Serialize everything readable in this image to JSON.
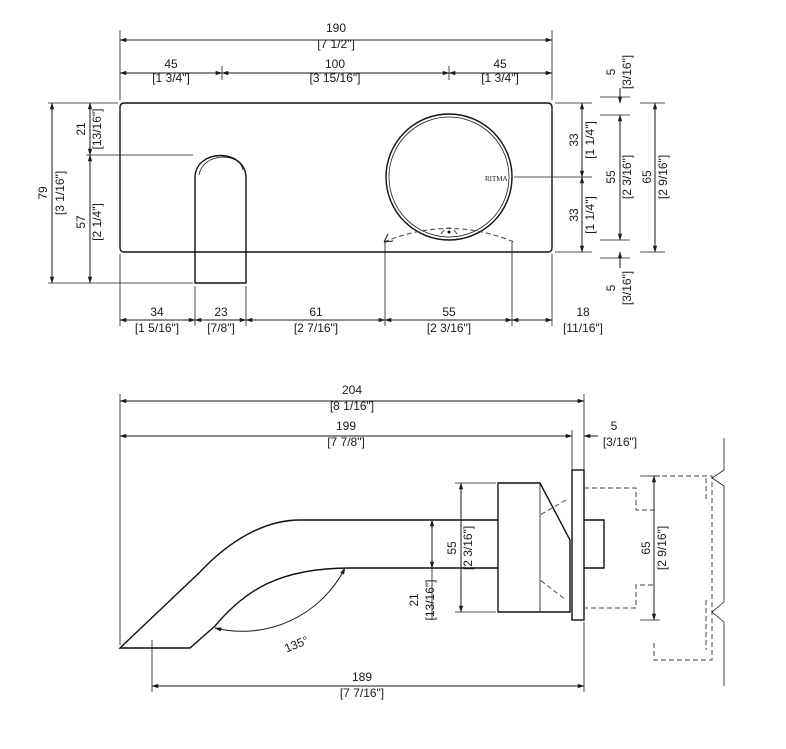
{
  "front_view": {
    "overall_width": {
      "mm": "190",
      "in": "[7 1/2\"]"
    },
    "left_margin": {
      "mm": "45",
      "in": "[1 3/4\"]"
    },
    "center_span": {
      "mm": "100",
      "in": "[3 15/16\"]"
    },
    "right_margin": {
      "mm": "45",
      "in": "[1 3/4\"]"
    },
    "plate_height": {
      "mm": "79",
      "in": "[3 1/16\"]"
    },
    "top_to_spout": {
      "mm": "21",
      "in": "[13/16\"]"
    },
    "spout_to_bottom": {
      "mm": "57",
      "in": "[2 1/4\"]"
    },
    "knob_upper": {
      "mm": "33",
      "in": "[1 1/4\"]"
    },
    "knob_lower": {
      "mm": "33",
      "in": "[1 1/4\"]"
    },
    "knob_diameter": {
      "mm": "55",
      "in": "[2 3/16\"]"
    },
    "body_height": {
      "mm": "65",
      "in": "[2 9/16\"]"
    },
    "top_offset": {
      "mm": "5",
      "in": "[3/16\"]"
    },
    "bottom_offset": {
      "mm": "5",
      "in": "[3/16\"]"
    },
    "bottom_dims": [
      {
        "mm": "34",
        "in": "[1 5/16\"]"
      },
      {
        "mm": "23",
        "in": "[7/8\"]"
      },
      {
        "mm": "61",
        "in": "[2 7/16\"]"
      },
      {
        "mm": "55",
        "in": "[2 3/16\"]"
      },
      {
        "mm": "18",
        "in": "[11/16\"]"
      }
    ],
    "brand_mark": "RITMA"
  },
  "side_view": {
    "total_depth": {
      "mm": "204",
      "in": "[8 1/16\"]"
    },
    "projection": {
      "mm": "199",
      "in": "[7 7/8\"]"
    },
    "plate_thickness": {
      "mm": "5",
      "in": "[3/16\"]"
    },
    "body_height": {
      "mm": "55",
      "in": "[2 3/16\"]"
    },
    "spout_height": {
      "mm": "21",
      "in": "[13/16\"]"
    },
    "box_height": {
      "mm": "65",
      "in": "[2 9/16\"]"
    },
    "angle": "135°",
    "spout_reach": {
      "mm": "189",
      "in": "[7 7/16\"]"
    }
  }
}
